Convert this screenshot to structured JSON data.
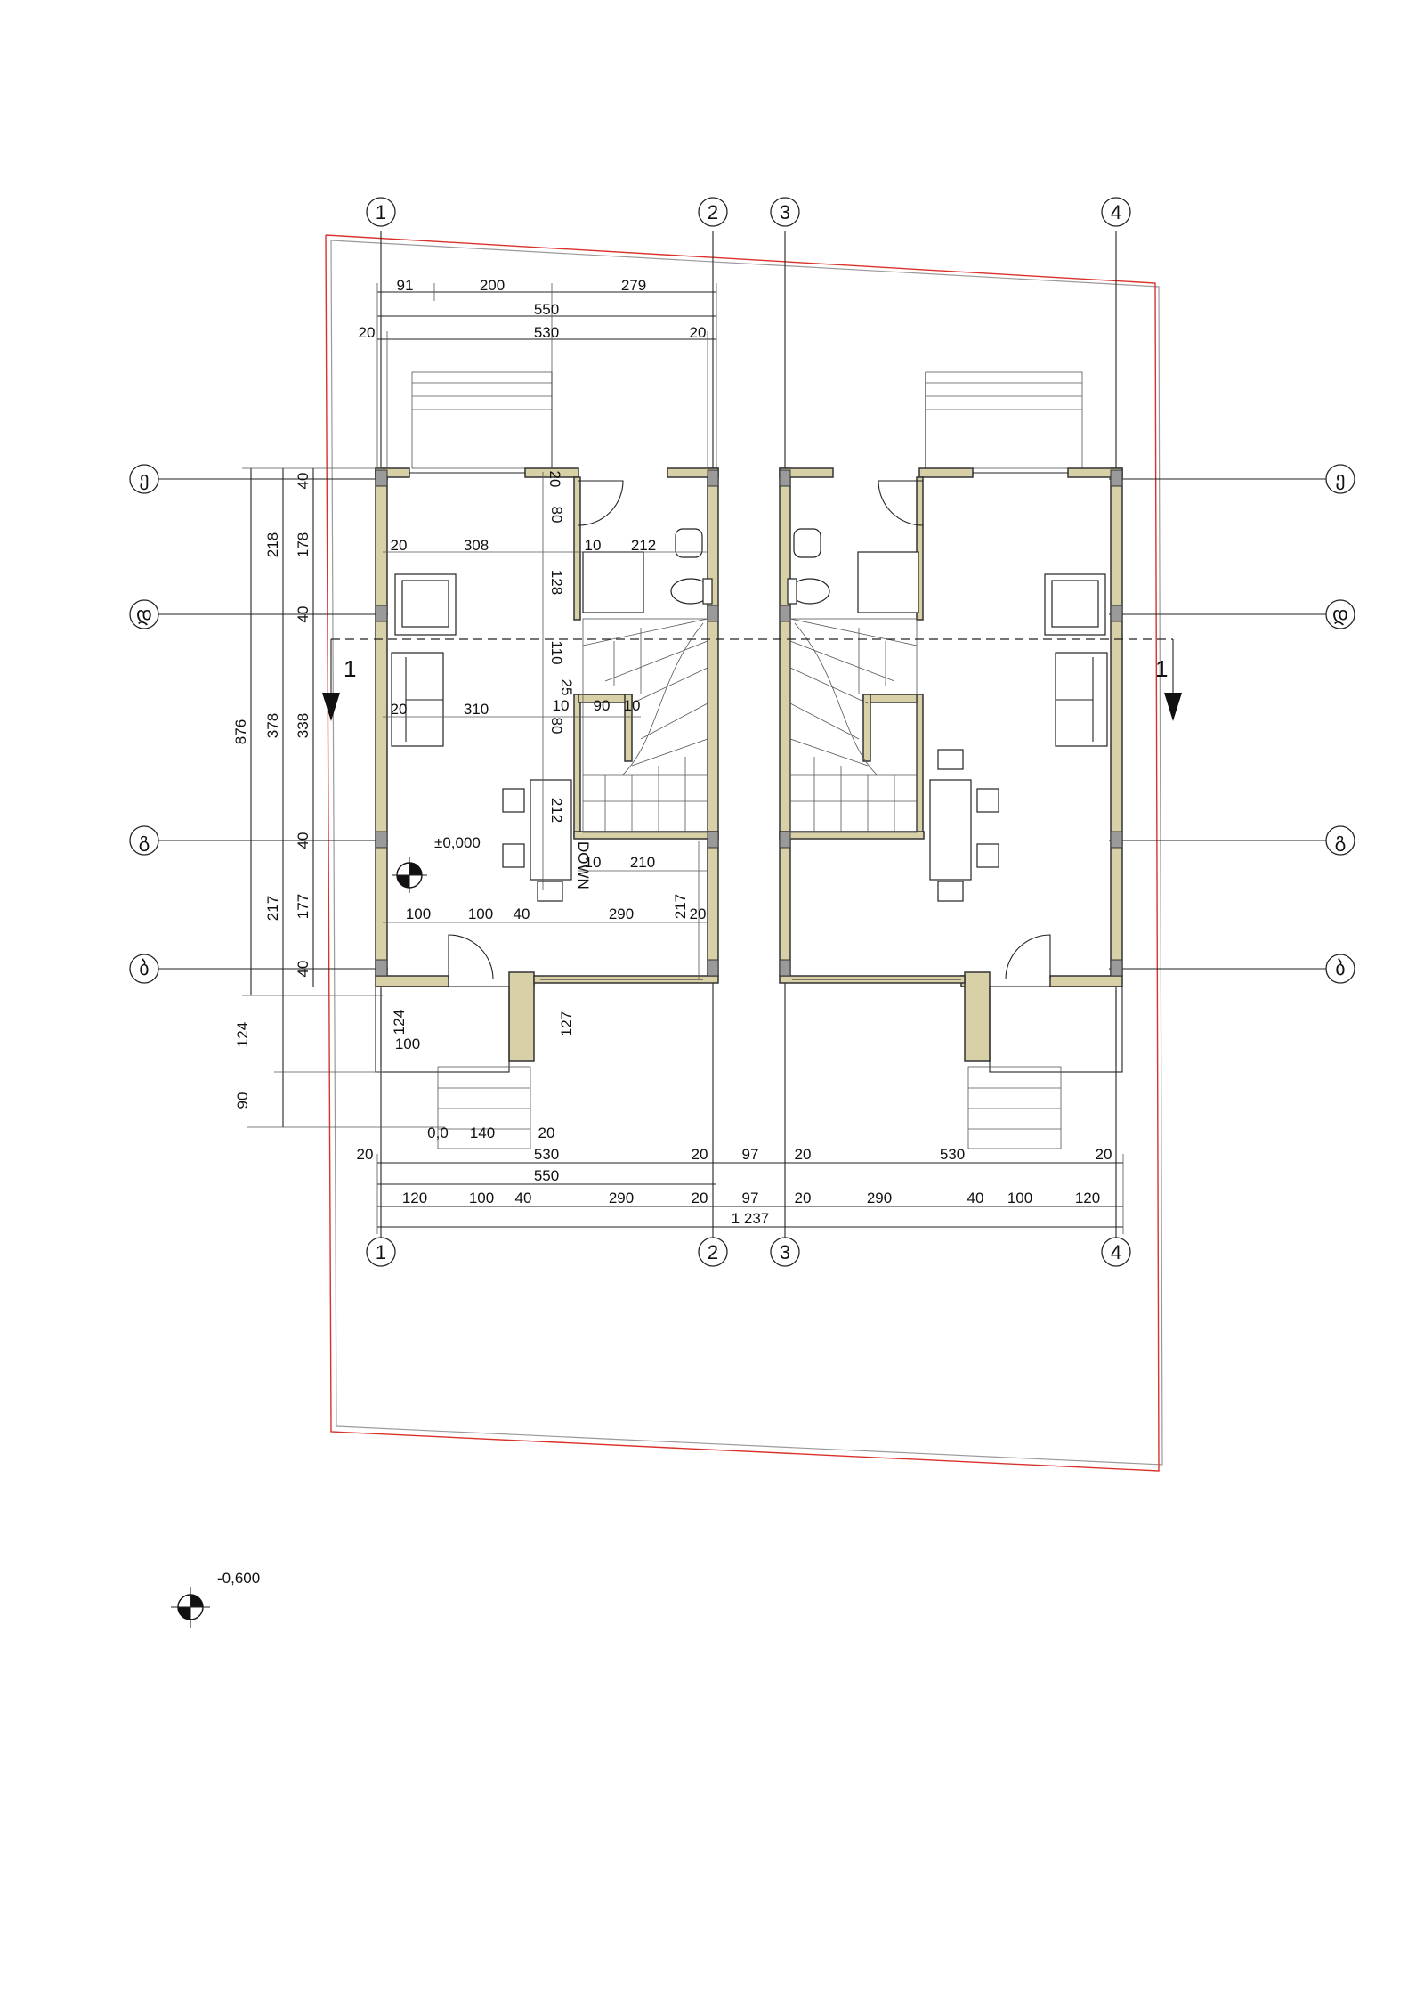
{
  "grid_axes": {
    "vertical": [
      "1",
      "2",
      "3",
      "4"
    ],
    "horizontal": [
      "ე",
      "დ",
      "გ",
      "ბ"
    ]
  },
  "dimensions_top": {
    "row1": [
      "91",
      "200",
      "279"
    ],
    "row2": [
      "550"
    ],
    "row3": [
      "20",
      "530",
      "20"
    ]
  },
  "dimensions_bottom": {
    "row1": [
      "20",
      "530",
      "20",
      "97",
      "20",
      "530",
      "20"
    ],
    "row2": [
      "550"
    ],
    "row3": [
      "120",
      "100",
      "40",
      "290",
      "20",
      "97",
      "20",
      "290",
      "40",
      "100",
      "120"
    ],
    "row4": [
      "1 237"
    ]
  },
  "dimensions_left": {
    "overall": "876",
    "level2": [
      "218",
      "378",
      "217",
      "124",
      "90"
    ],
    "level3": [
      "40",
      "178",
      "40",
      "338",
      "40",
      "177",
      "40"
    ]
  },
  "dimensions_interior": {
    "wall_20a": "20",
    "wall_40a": "80",
    "wall_10a": "10",
    "room_212a": "212",
    "room_308": "308",
    "wall_20b": "20",
    "v_128": "128",
    "v_110": "110",
    "v_25": "25",
    "v_10b": "10",
    "stair_90": "90",
    "wall_10c": "10",
    "wall_20c": "20",
    "room_310": "310",
    "v_80b": "80",
    "v_212b": "212",
    "wall_10d": "10",
    "room_210": "210",
    "v_217": "217",
    "w_100a": "100",
    "w_100b": "100",
    "w_40": "40",
    "w_290": "290",
    "w_20": "20",
    "p_124": "124",
    "p_100": "100",
    "p_127": "127",
    "s_00": "0,0",
    "s_140": "140",
    "s_20": "20"
  },
  "section_marker": "1",
  "levels": {
    "floor": "±0,000",
    "ground": "-0,600"
  },
  "stair_label": "DOWN",
  "colors": {
    "wall_fill": "#d8d0a6",
    "site_boundary": "#d9322b",
    "lines": "#222222"
  }
}
